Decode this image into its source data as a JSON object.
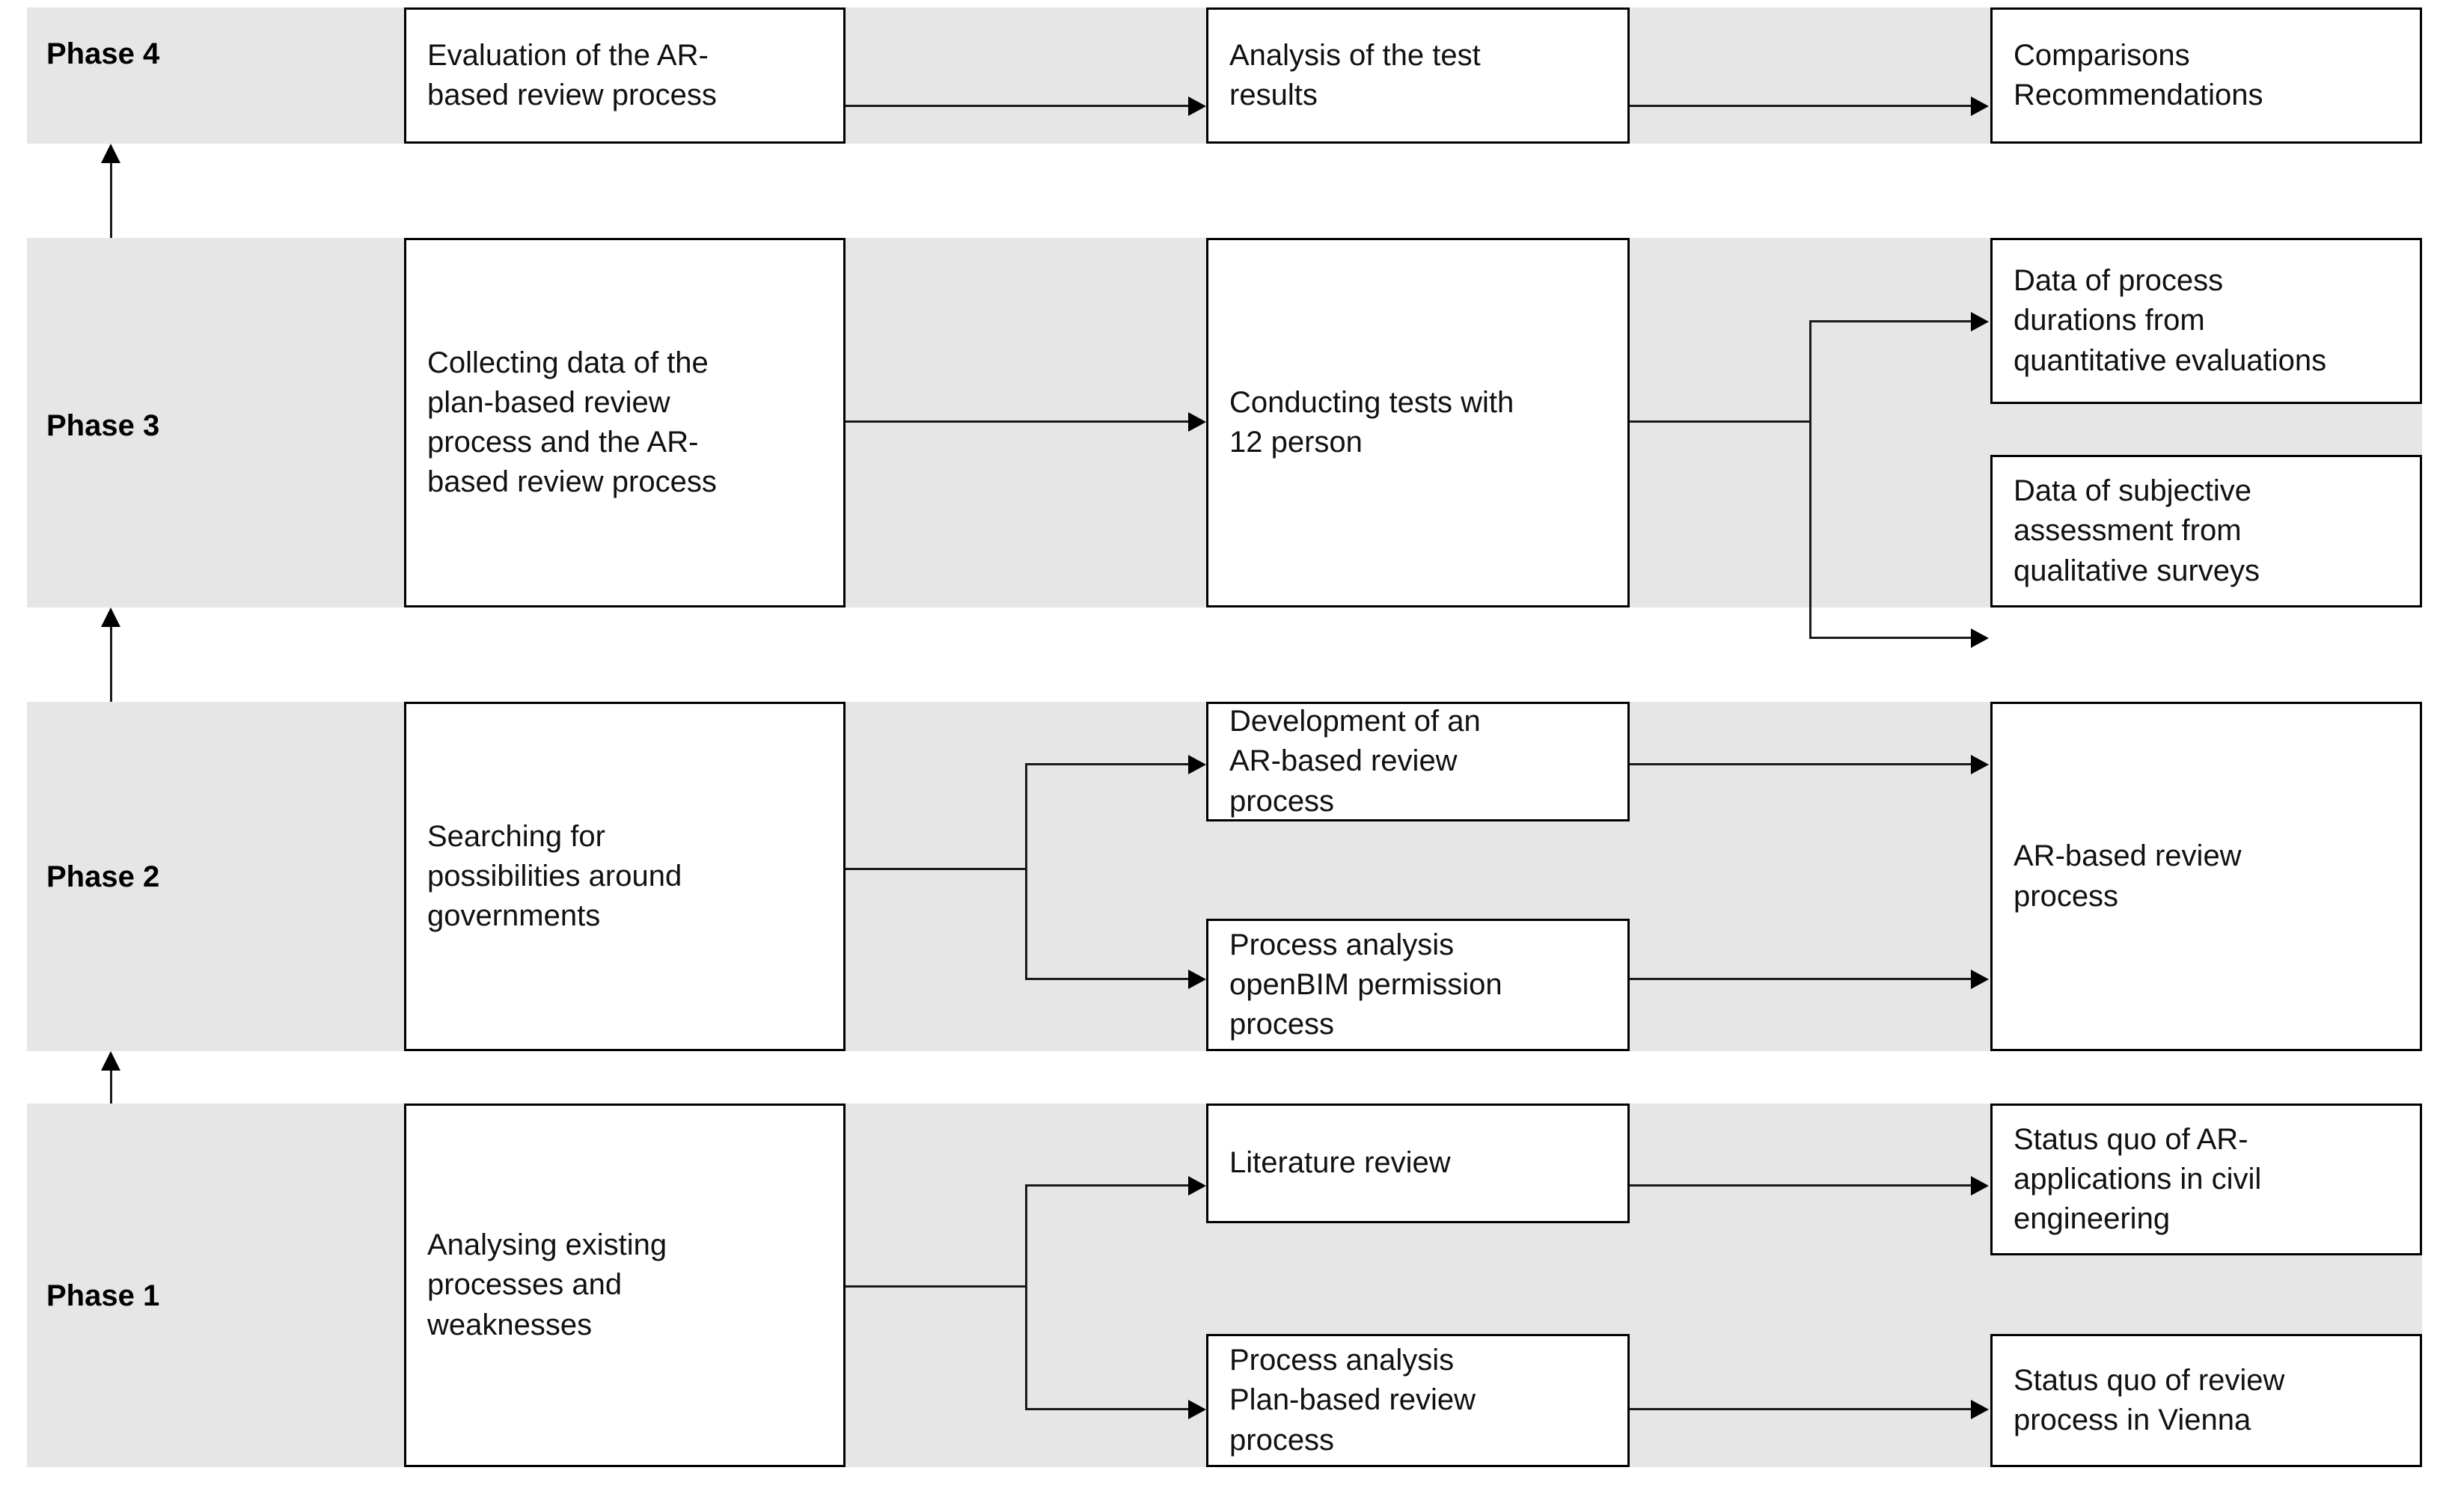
{
  "diagram": {
    "title": "Research phases flowchart",
    "colors": {
      "band_fill": "#e6e6e6",
      "node_fill": "#ffffff",
      "node_border": "#000000",
      "connector": "#1a1a1a",
      "text": "#111111"
    },
    "phases": [
      {
        "id": "phase-4",
        "label": "Phase 4",
        "nodes": [
          {
            "id": "p4-n1",
            "text": "Evaluation of the AR-\nbased review process"
          },
          {
            "id": "p4-n2",
            "text": "Analysis of the test\nresults"
          },
          {
            "id": "p4-n3",
            "text": "Comparisons\nRecommendations"
          }
        ]
      },
      {
        "id": "phase-3",
        "label": "Phase 3",
        "nodes": [
          {
            "id": "p3-n1",
            "text": "Collecting data of the\nplan-based review\nprocess and the AR-\nbased review process"
          },
          {
            "id": "p3-n2",
            "text": "Conducting tests with\n12 person"
          },
          {
            "id": "p3-n3",
            "text": "Data of process\ndurations from\nquantitative evaluations"
          },
          {
            "id": "p3-n4",
            "text": "Data of subjective\nassessment from\nqualitative surveys"
          }
        ]
      },
      {
        "id": "phase-2",
        "label": "Phase 2",
        "nodes": [
          {
            "id": "p2-n1",
            "text": "Searching for\npossibilities around\ngovernments"
          },
          {
            "id": "p2-n2",
            "text": "Development of an\nAR-based review\nprocess"
          },
          {
            "id": "p2-n3",
            "text": "Process analysis\nopenBIM permission\nprocess"
          },
          {
            "id": "p2-n4",
            "text": "AR-based review\nprocess"
          }
        ]
      },
      {
        "id": "phase-1",
        "label": "Phase 1",
        "nodes": [
          {
            "id": "p1-n1",
            "text": "Analysing existing\nprocesses and\nweaknesses"
          },
          {
            "id": "p1-n2",
            "text": "Literature review"
          },
          {
            "id": "p1-n3",
            "text": "Process analysis\nPlan-based review\nprocess"
          },
          {
            "id": "p1-n4",
            "text": "Status quo of AR-\napplications in civil\nengineering"
          },
          {
            "id": "p1-n5",
            "text": "Status quo of review\nprocess in Vienna"
          }
        ]
      }
    ]
  }
}
